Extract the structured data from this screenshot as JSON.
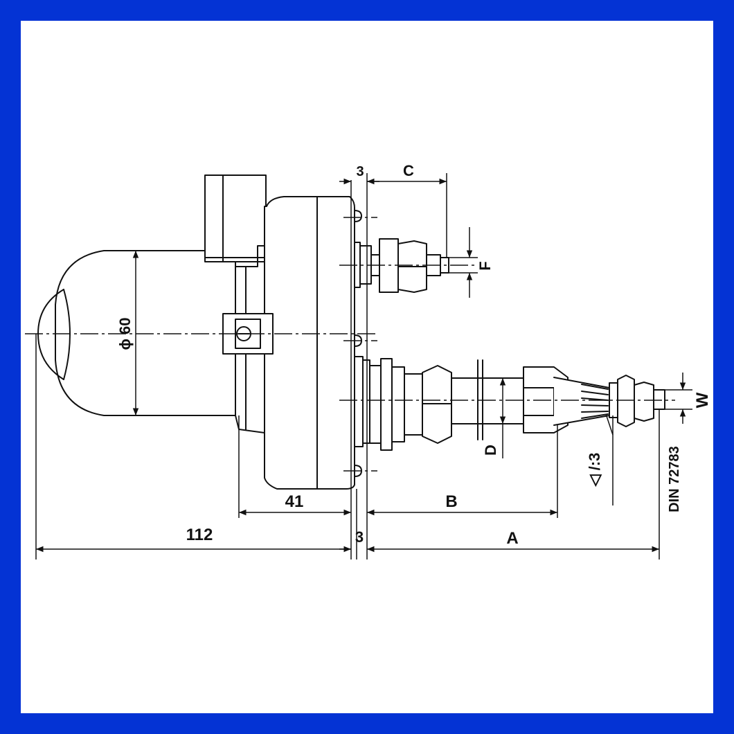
{
  "colors": {
    "border": "#0433d4",
    "background": "#ffffff",
    "ink": "#111111"
  },
  "labels": {
    "dim_112": "112",
    "dim_3_bottom": "3",
    "dim_A": "A",
    "dim_41": "41",
    "dim_B": "B",
    "dim_3_top": "3",
    "dim_C": "C",
    "dim_F": "F",
    "dim_D": "D",
    "dim_W": "W",
    "dim_phi60": "ϕ 60",
    "taper": "◁ /:3",
    "standard": "DIN 72783"
  }
}
